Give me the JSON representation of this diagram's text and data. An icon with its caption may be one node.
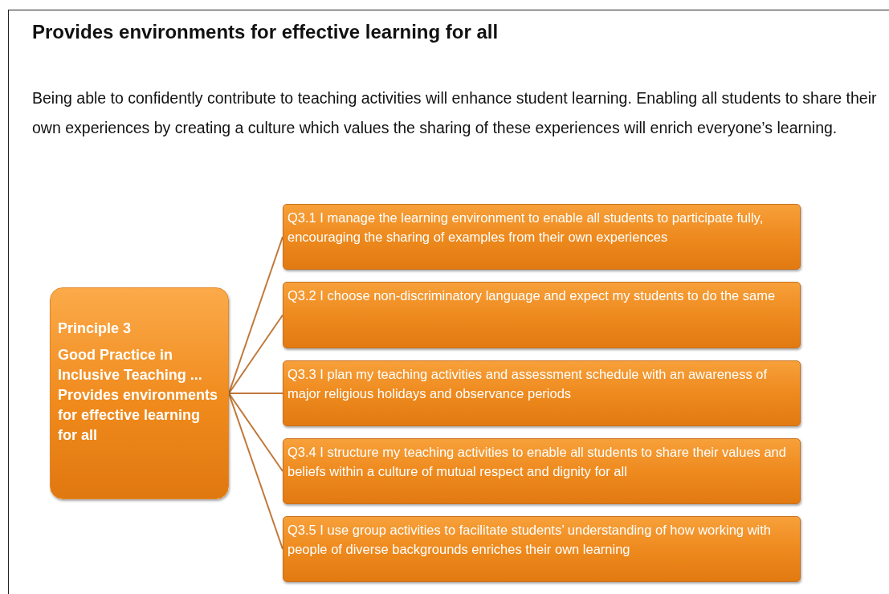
{
  "diagram": {
    "title": "Provides environments for effective learning for all",
    "nodes": [
      {
        "text": [
          "Principle 3",
          "Good Practice in Inclusive Teaching ... Provides environments for effective learning for all"
        ]
      },
      {
        "text": [
          "Q3.1 I manage the learning environment to enable all students to participate fully, encouraging the sharing of examples from their own experiences"
        ]
      },
      {
        "text": [
          "Q3.2 I choose non-discriminatory language and expect my students to do the same"
        ]
      },
      {
        "text": [
          "Q3.3 I plan my teaching activities and assessment schedule with an awareness of major religious holidays and observance periods"
        ]
      },
      {
        "text": [
          "Q3.4 I structure my teaching activities to enable all students to share their values and beliefs within a culture of mutual respect and dignity for all"
        ]
      },
      {
        "text": [
          "Q3.5 I use group activities to facilitate students’ understanding of how working with people of diverse backgrounds enriches their own learning"
        ]
      }
    ],
    "edges": [
      {
        "from": 0,
        "to": 1,
        "arrow": "none"
      },
      {
        "from": 0,
        "to": 2,
        "arrow": "none"
      },
      {
        "from": 0,
        "to": 3,
        "arrow": "none"
      },
      {
        "from": 0,
        "to": 4,
        "arrow": "none"
      },
      {
        "from": 0,
        "to": 5,
        "arrow": "none"
      }
    ],
    "labels": [
      "Being able to confidently contribute to teaching activities will enhance student learning. Enabling all students to share their own experiences by creating a culture which values the sharing of these experiences will enrich everyone’s learning."
    ]
  }
}
